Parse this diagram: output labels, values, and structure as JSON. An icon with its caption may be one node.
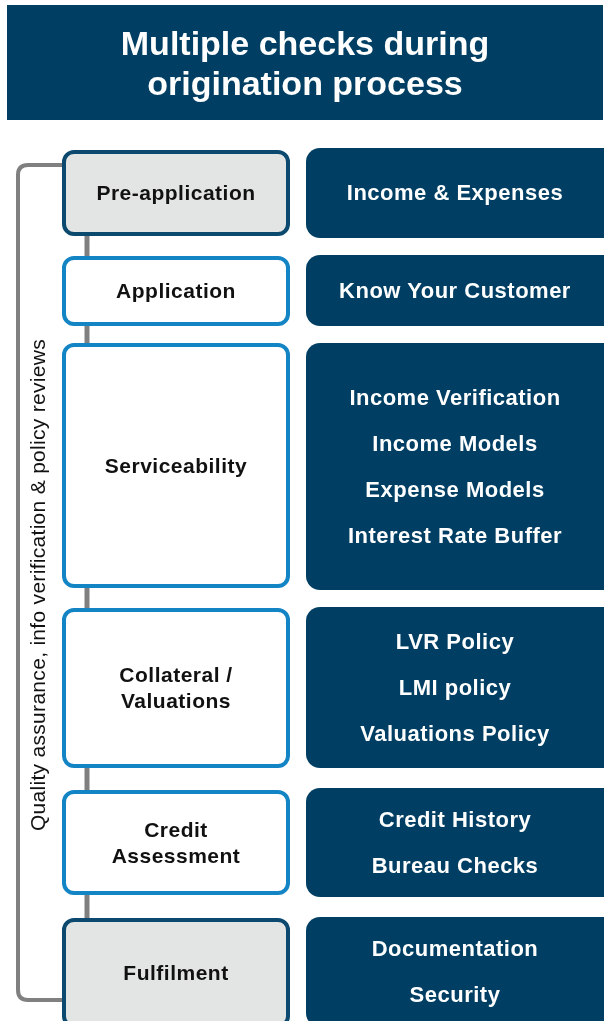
{
  "diagram": {
    "title": "Multiple checks during origination process",
    "nodes": [
      {
        "text": [
          "Pre-application"
        ]
      },
      {
        "text": [
          "Application"
        ]
      },
      {
        "text": [
          "Serviceability"
        ]
      },
      {
        "text": [
          "Collateral / Valuations"
        ]
      },
      {
        "text": [
          "Credit Assessment"
        ]
      },
      {
        "text": [
          "Fulfilment"
        ]
      },
      {
        "text": [
          "Income & Expenses"
        ]
      },
      {
        "text": [
          "Know Your Customer"
        ]
      },
      {
        "text": [
          "Income Verification",
          "Income Models",
          "Expense Models",
          "Interest Rate Buffer"
        ]
      },
      {
        "text": [
          "LVR Policy",
          "LMI policy",
          "Valuations Policy"
        ]
      },
      {
        "text": [
          "Credit History",
          "Bureau Checks"
        ]
      },
      {
        "text": [
          "Documentation",
          "Security"
        ]
      }
    ],
    "edges": [
      {
        "from": 0,
        "to": 1,
        "arrow": "none"
      },
      {
        "from": 1,
        "to": 2,
        "arrow": "none"
      },
      {
        "from": 2,
        "to": 3,
        "arrow": "none"
      },
      {
        "from": 3,
        "to": 4,
        "arrow": "none"
      },
      {
        "from": 4,
        "to": 5,
        "arrow": "none"
      }
    ],
    "labels": [
      "Quality assurance, info verification & policy reviews"
    ]
  }
}
